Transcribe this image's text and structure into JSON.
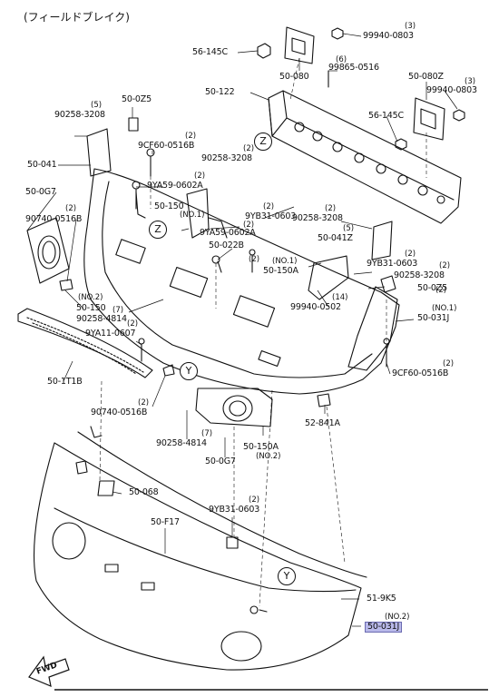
{
  "title": "(フィールドブレイク)",
  "labels": [
    {
      "id": "l1",
      "text": "56-145C"
    },
    {
      "id": "l2",
      "text": "99940-0803"
    },
    {
      "id": "l3",
      "text": "50-080"
    },
    {
      "id": "l4",
      "text": "99865-0516"
    },
    {
      "id": "l5",
      "text": "50-080Z"
    },
    {
      "id": "l6",
      "text": "99940-0803"
    },
    {
      "id": "l7",
      "text": "50-122"
    },
    {
      "id": "l8",
      "text": "56-145C"
    },
    {
      "id": "l9",
      "text": "50-0Z5"
    },
    {
      "id": "l10",
      "text": "90258-3208"
    },
    {
      "id": "l11",
      "text": "9CF60-0516B"
    },
    {
      "id": "l12",
      "text": "50-041"
    },
    {
      "id": "l13",
      "text": "90258-3208"
    },
    {
      "id": "l14",
      "text": "50-0G7"
    },
    {
      "id": "l15",
      "text": "9YA59-0602A"
    },
    {
      "id": "l16",
      "text": "90740-0516B"
    },
    {
      "id": "l17",
      "text": "50-150"
    },
    {
      "id": "l18",
      "text": "9YB31-0603"
    },
    {
      "id": "l19",
      "text": "90258-3208"
    },
    {
      "id": "l20",
      "text": "9YA59-0602A"
    },
    {
      "id": "l21",
      "text": "50-041Z"
    },
    {
      "id": "l22",
      "text": "50-022B"
    },
    {
      "id": "l23",
      "text": "9YB31-0603"
    },
    {
      "id": "l24",
      "text": "50-150A"
    },
    {
      "id": "l25",
      "text": "90258-3208"
    },
    {
      "id": "l26",
      "text": "50-150"
    },
    {
      "id": "l27",
      "text": "50-0Z5"
    },
    {
      "id": "l28",
      "text": "90258-4814"
    },
    {
      "id": "l29",
      "text": "99940-0502"
    },
    {
      "id": "l30",
      "text": "50-031J"
    },
    {
      "id": "l31",
      "text": "9YA11-0607"
    },
    {
      "id": "l32",
      "text": "50-1T1B"
    },
    {
      "id": "l33",
      "text": "9CF60-0516B"
    },
    {
      "id": "l34",
      "text": "90740-0516B"
    },
    {
      "id": "l35",
      "text": "52-841A"
    },
    {
      "id": "l36",
      "text": "90258-4814"
    },
    {
      "id": "l37",
      "text": "50-150A"
    },
    {
      "id": "l38",
      "text": "50-0G7"
    },
    {
      "id": "l39",
      "text": "50-068"
    },
    {
      "id": "l40",
      "text": "9YB31-0603"
    },
    {
      "id": "l41",
      "text": "50-F17"
    },
    {
      "id": "l42",
      "text": "51-9K5"
    },
    {
      "id": "l43",
      "text": "50-031J"
    }
  ],
  "quantities": [
    {
      "id": "q1",
      "text": "(3)"
    },
    {
      "id": "q2",
      "text": "(6)"
    },
    {
      "id": "q3",
      "text": "(3)"
    },
    {
      "id": "q4",
      "text": "(5)"
    },
    {
      "id": "q5",
      "text": "(2)"
    },
    {
      "id": "q6",
      "text": "(2)"
    },
    {
      "id": "q7",
      "text": "(2)"
    },
    {
      "id": "q8",
      "text": "(2)"
    },
    {
      "id": "q9",
      "text": "(2)"
    },
    {
      "id": "q10",
      "text": "(NO.1)"
    },
    {
      "id": "q11",
      "text": "(2)"
    },
    {
      "id": "q12",
      "text": "(2)"
    },
    {
      "id": "q13",
      "text": "(5)"
    },
    {
      "id": "q14",
      "text": "(2)"
    },
    {
      "id": "q15",
      "text": "(2)"
    },
    {
      "id": "q16",
      "text": "(NO.1)"
    },
    {
      "id": "q17",
      "text": "(2)"
    },
    {
      "id": "q18",
      "text": "(2)"
    },
    {
      "id": "q19",
      "text": "(NO.2)"
    },
    {
      "id": "q20",
      "text": "(7)"
    },
    {
      "id": "q21",
      "text": "(14)"
    },
    {
      "id": "q22",
      "text": "(NO.1)"
    },
    {
      "id": "q23",
      "text": "(2)"
    },
    {
      "id": "q24",
      "text": "(2)"
    },
    {
      "id": "q25",
      "text": "(2)"
    },
    {
      "id": "q26",
      "text": "(7)"
    },
    {
      "id": "q27",
      "text": "(NO.2)"
    },
    {
      "id": "q28",
      "text": "(2)"
    },
    {
      "id": "q29",
      "text": "(NO.2)"
    }
  ],
  "callouts": [
    {
      "id": "c1",
      "text": "Z"
    },
    {
      "id": "c2",
      "text": "Z"
    },
    {
      "id": "c3",
      "text": "Y"
    },
    {
      "id": "c4",
      "text": "Y"
    }
  ],
  "direction_marker": "FWD",
  "highlight_color": "#b9b9ea"
}
